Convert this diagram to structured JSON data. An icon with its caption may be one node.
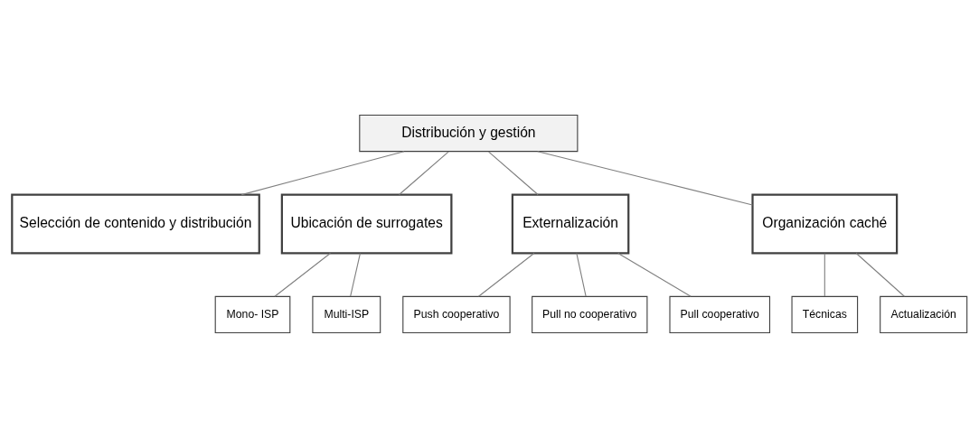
{
  "diagram": {
    "nodes": [
      {
        "text": [
          "Distribución y gestión"
        ]
      },
      {
        "text": [
          "Selección de contenido y distribución"
        ]
      },
      {
        "text": [
          "Ubicación de surrogates"
        ]
      },
      {
        "text": [
          "Externalización"
        ]
      },
      {
        "text": [
          "Organización caché"
        ]
      },
      {
        "text": [
          "Mono- ISP"
        ]
      },
      {
        "text": [
          "Multi-ISP"
        ]
      },
      {
        "text": [
          "Técnicas"
        ]
      },
      {
        "text": [
          "Actualización"
        ]
      },
      {
        "text": [
          "Push cooperativo"
        ]
      },
      {
        "text": [
          "Pull no cooperativo"
        ]
      },
      {
        "text": [
          "Pull cooperativo"
        ]
      }
    ],
    "edges": [
      {
        "from": 0,
        "to": 1,
        "arrow": "none"
      },
      {
        "from": 0,
        "to": 2,
        "arrow": "none"
      },
      {
        "from": 0,
        "to": 3,
        "arrow": "none"
      },
      {
        "from": 0,
        "to": 4,
        "arrow": "none"
      },
      {
        "from": 2,
        "to": 5,
        "arrow": "none"
      },
      {
        "from": 2,
        "to": 6,
        "arrow": "none"
      },
      {
        "from": 4,
        "to": 7,
        "arrow": "none"
      },
      {
        "from": 4,
        "to": 8,
        "arrow": "none"
      },
      {
        "from": 3,
        "to": 9,
        "arrow": "none"
      },
      {
        "from": 3,
        "to": 10,
        "arrow": "none"
      },
      {
        "from": 3,
        "to": 11,
        "arrow": "none"
      }
    ]
  }
}
